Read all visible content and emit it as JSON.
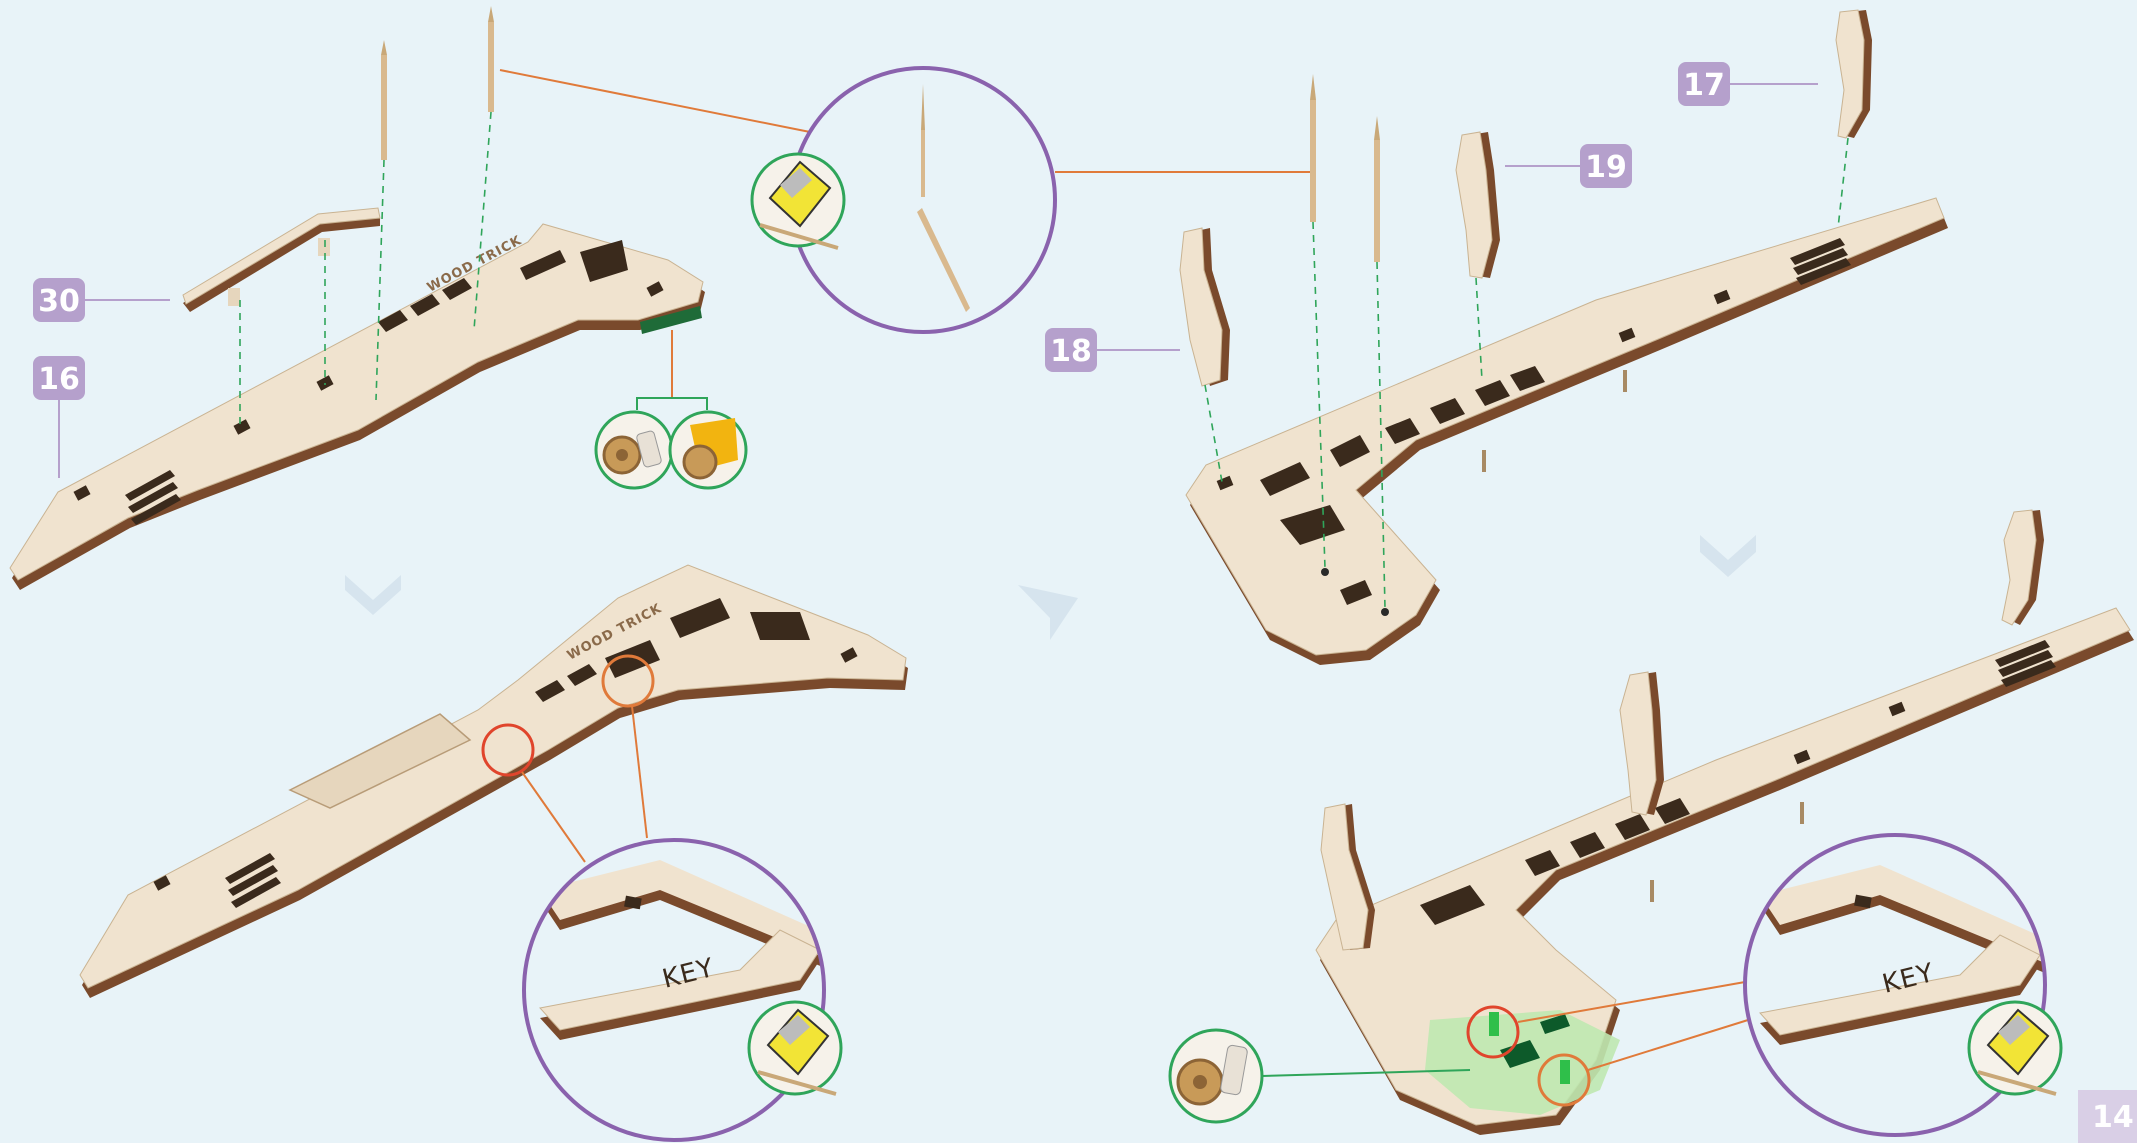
{
  "badges": {
    "b30": "30",
    "b16": "16",
    "b18": "18",
    "b19": "19",
    "b17": "17"
  },
  "engraving": "WOOD TRICK",
  "key_label": "KEY",
  "page_number": "14",
  "colors": {
    "background": "#e8f3f8",
    "wood_top": "#f0e3cf",
    "wood_edge": "#7a4a2c",
    "badge": "#b5a0cc",
    "lens_ring": "#8a62ad",
    "callout_line": "#e07a3a",
    "tool_ring": "#2fa55a",
    "guide_line": "#2fa55a",
    "highlight_ring": "#e0452c",
    "highlight_fill": "#bfe8b0",
    "step_arrow": "#d8e6ef"
  }
}
